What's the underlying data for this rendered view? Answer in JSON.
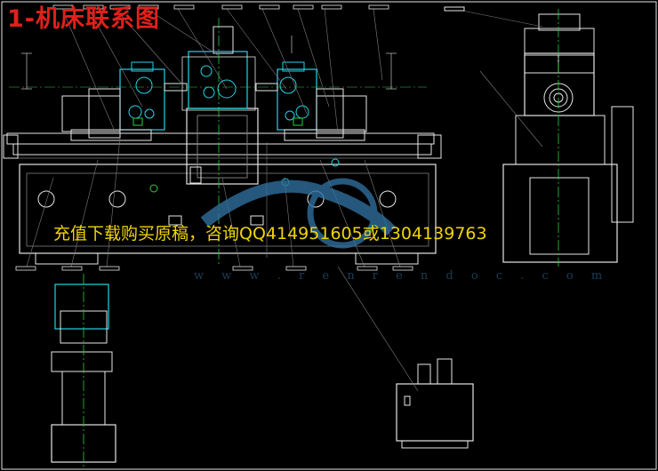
{
  "title": "1-机床联系图",
  "watermark": {
    "contact_text": "充值下载购买原稿，咨询QQ414951605或1304139763",
    "site_text": "w w w . r e n r e n d o c . c o m"
  },
  "colors": {
    "background": "#000000",
    "title": "#e0201b",
    "watermark_text": "#f0d400",
    "line_white": "#e6e6e6",
    "line_cyan": "#22d4e6",
    "line_green": "#2ecc40",
    "line_yellow": "#e6e600",
    "line_grey": "#7d7d7d",
    "center_line": "#2ecc40",
    "logo_blue": "#2f6f9c"
  }
}
